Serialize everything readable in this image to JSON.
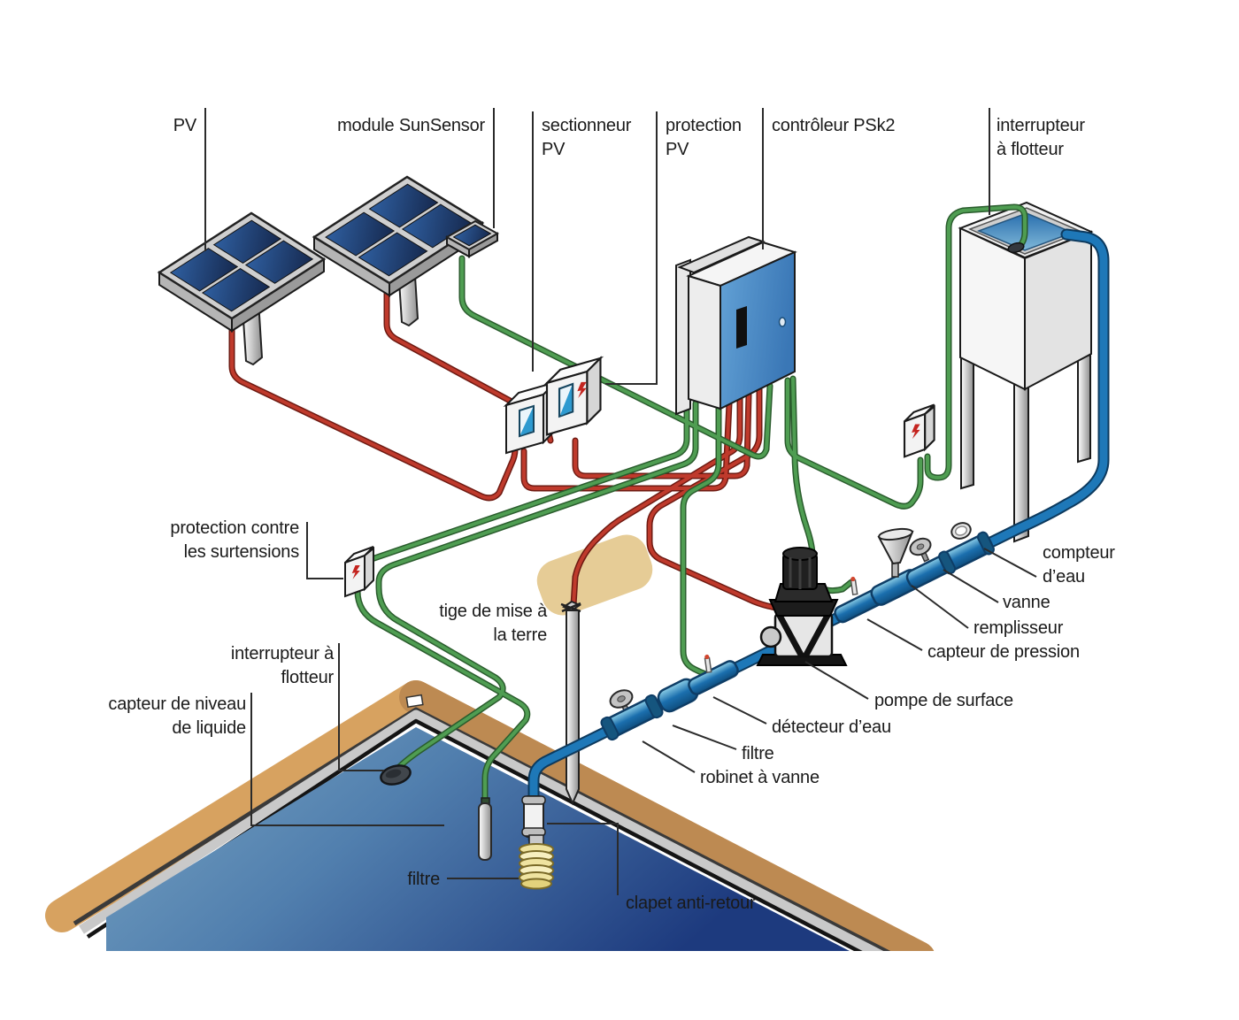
{
  "diagram_type": "solar-water-pumping-system-schematic",
  "labels": {
    "pv": "PV",
    "module_sunsensor": "module SunSensor",
    "sectionneur_pv": "sectionneur\nPV",
    "protection_pv": "protection\nPV",
    "controleur": "contrôleur PSk2",
    "interrupteur_flotteur_reservoir": "interrupteur\nà flotteur",
    "protection_surtensions": "protection contre\nles surtensions",
    "tige_terre": "tige de mise à\nla terre",
    "compteur_eau": "compteur\nd’eau",
    "vanne": "vanne",
    "remplisseur": "remplisseur",
    "capteur_pression": "capteur de pression",
    "pompe_surface": "pompe de surface",
    "detecteur_eau": "détecteur d’eau",
    "filtre_conduite": "filtre",
    "robinet_vanne": "robinet à vanne",
    "interrupteur_flotteur_bassin": "interrupteur à\nflotteur",
    "capteur_niveau": "capteur de niveau\nde liquide",
    "filtre_bassin": "filtre",
    "clapet_anti_retour": "clapet anti-retour"
  },
  "colors": {
    "wire_green": "#4f9d52",
    "wire_red": "#bf3a2c",
    "pipe_blue": "#1e78b8",
    "rim_sand": "#d7a260",
    "rim_sand_dark": "#bd8a52",
    "ground_sand": "#e6cc96",
    "controller_blue": "#4289c8",
    "panel_cell_dark": "#16294f",
    "water_light": "#7aa6c4",
    "water_deep": "#1d3a7e",
    "filter_yellow": "#efe3a0"
  }
}
